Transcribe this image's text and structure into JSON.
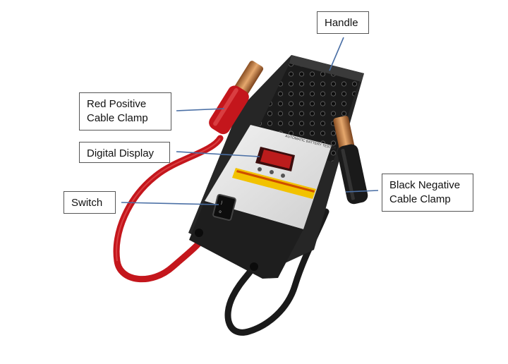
{
  "labels": {
    "handle": "Handle",
    "red_clamp_line1": "Red Positive",
    "red_clamp_line2": "Cable Clamp",
    "digital_display": "Digital Display",
    "switch": "Switch",
    "black_clamp_line1": "Black Negative",
    "black_clamp_line2": "Cable Clamp"
  },
  "device": {
    "panel_title": "AUTOMATIC BATTERY TESTER"
  },
  "colors": {
    "leader_line": "#4a6fa5",
    "red_cable": "#c4161c",
    "black_cable": "#1a1a1a",
    "body": "#222222",
    "panel": "#e4e4e4",
    "display_red": "#d42020",
    "copper": "#c8844a",
    "strip_yellow": "#f2c200"
  }
}
